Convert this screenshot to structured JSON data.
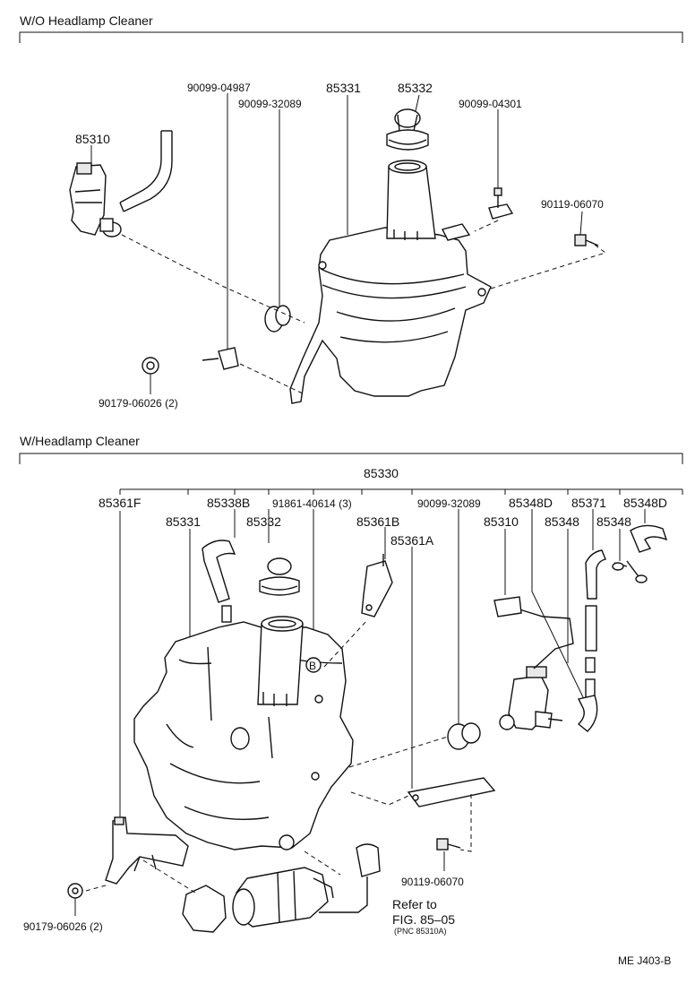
{
  "sections": {
    "without_cleaner": {
      "title": "W/O Headlamp Cleaner",
      "labels": {
        "p85310": "85310",
        "p90099_04987": "90099-04987",
        "p90099_32089": "90099-32089",
        "p85331": "85331",
        "p85332": "85332",
        "p90099_04301": "90099-04301",
        "p90119_06070": "90119-06070",
        "p90179_06026": "90179-06026  (2)"
      }
    },
    "with_cleaner": {
      "title": "W/Headlamp Cleaner",
      "labels": {
        "p85330": "85330",
        "p85361F": "85361F",
        "p85331": "85331",
        "p85338B": "85338B",
        "p85332": "85332",
        "p91861": "91861-40614  (3)",
        "p85361B": "85361B",
        "p85361A": "85361A",
        "p90099_32089": "90099-32089",
        "p85310": "85310",
        "p85348D_a": "85348D",
        "p85348_a": "85348",
        "p85371": "85371",
        "p85348_b": "85348",
        "p85348D_b": "85348D",
        "p90119_06070": "90119-06070",
        "p90179_06026": "90179-06026  (2)",
        "refer_to": "Refer to",
        "fig_ref": "FIG. 85–05",
        "pnc_ref": "(PNC 85310A)",
        "marker_b": "B"
      }
    }
  },
  "footer_code": "ME J403-B"
}
